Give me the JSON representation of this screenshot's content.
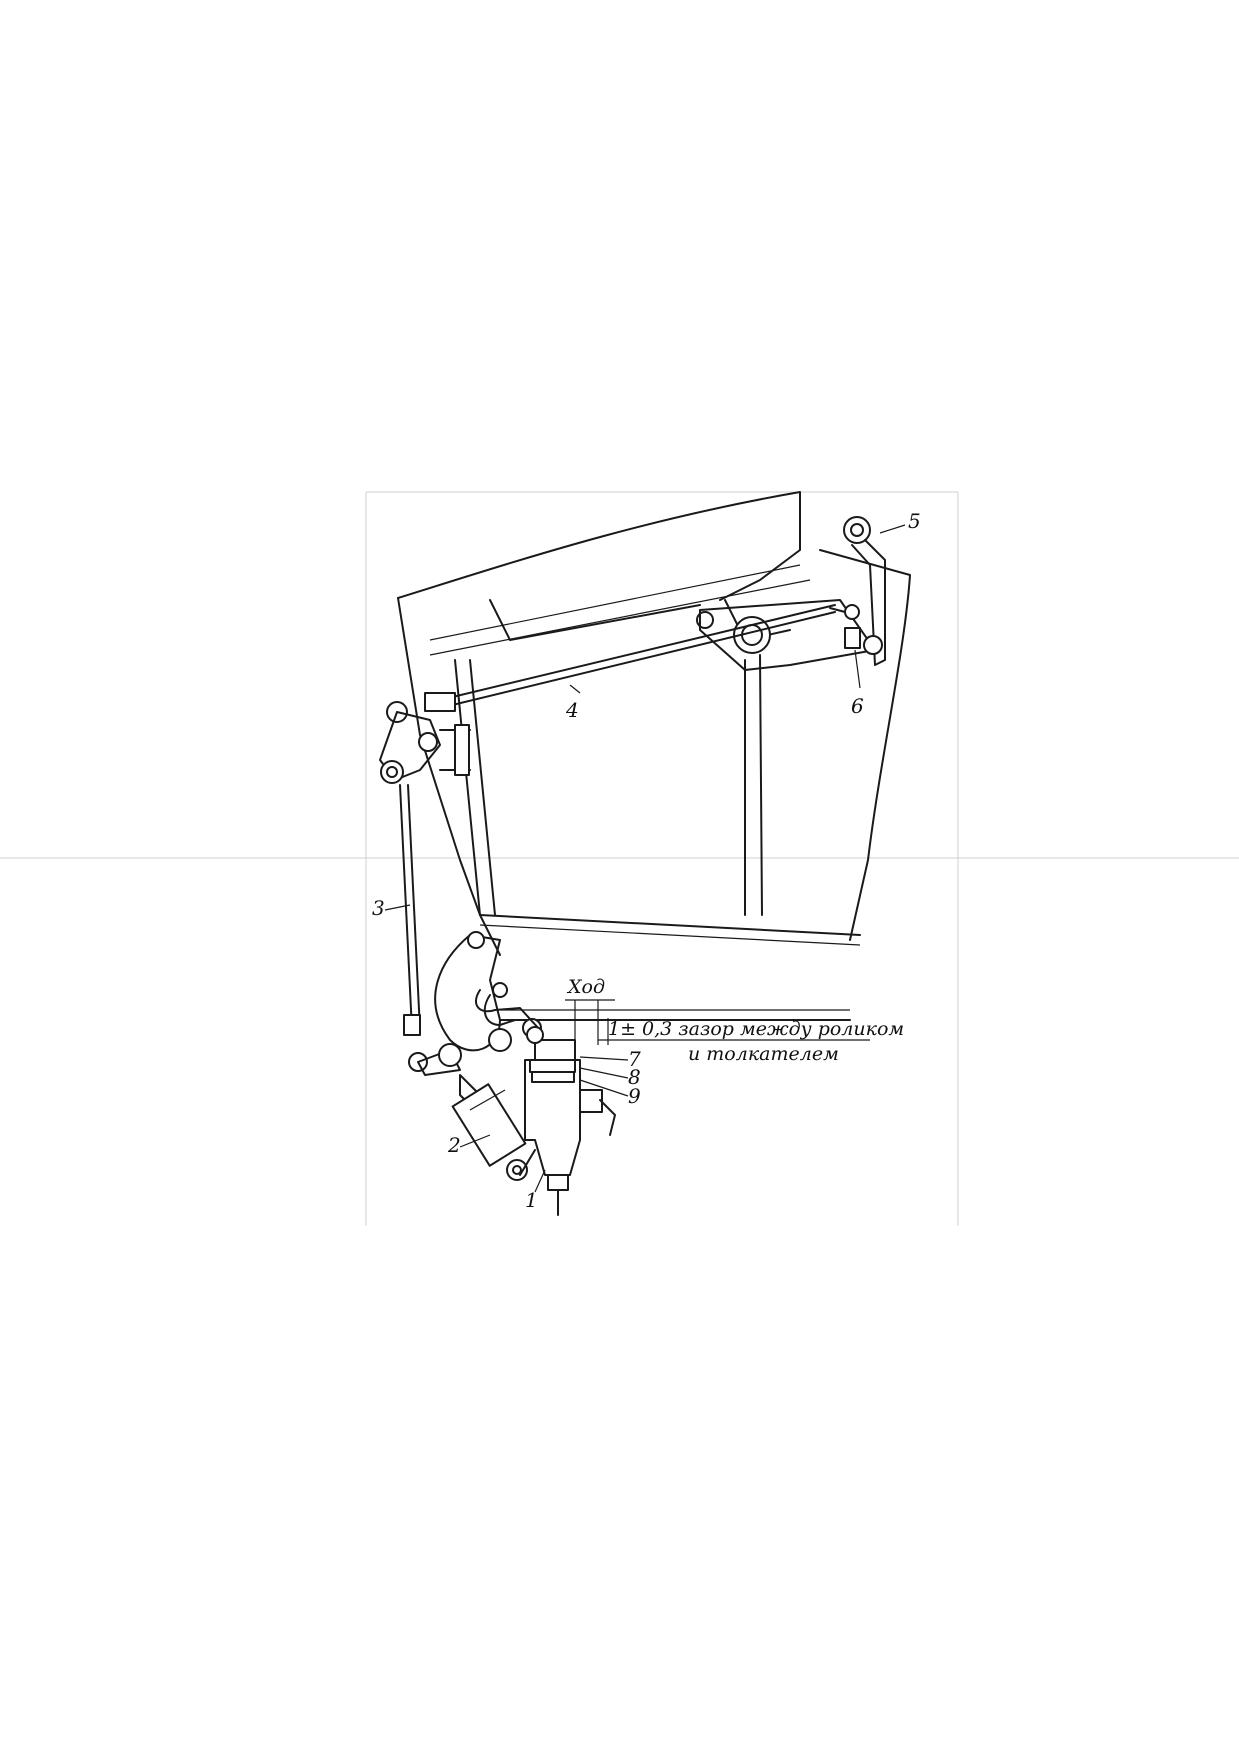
{
  "labels": {
    "l1": "1",
    "l2": "2",
    "l3": "3",
    "l4": "4",
    "l5": "5",
    "l6": "6",
    "l7": "7",
    "l8": "8",
    "l9": "9"
  },
  "annotations": {
    "stroke": "Ход",
    "gap_line1": "1± 0,3 зазор между роликом",
    "gap_line2": "и толкателем"
  },
  "colors": {
    "ink": "#1a1a1a",
    "frame": "#d0d0d0"
  }
}
